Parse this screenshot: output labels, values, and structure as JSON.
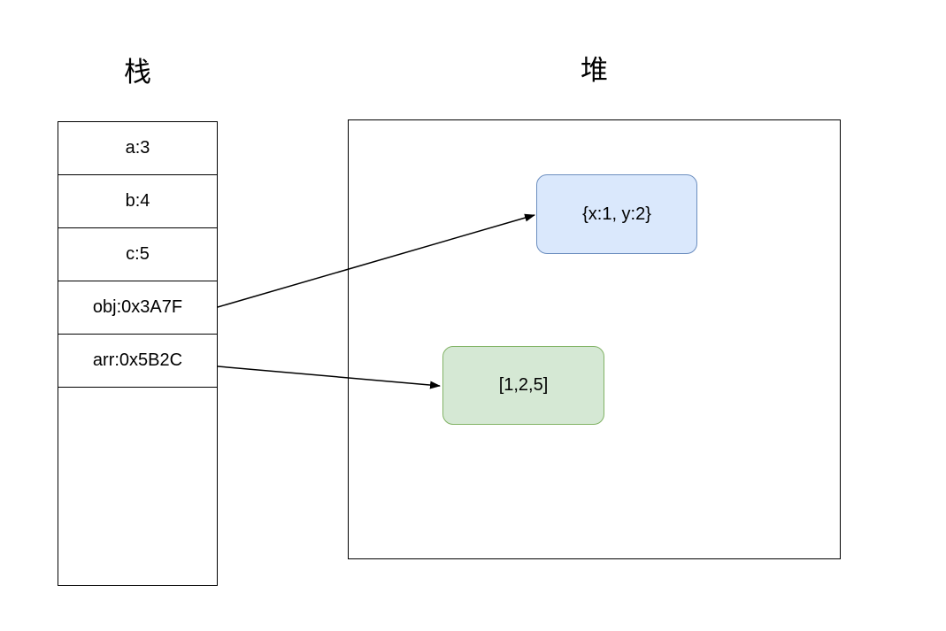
{
  "diagram": {
    "stack": {
      "title": "栈",
      "cells": [
        "a:3",
        "b:4",
        "c:5",
        "obj:0x3A7F",
        "arr:0x5B2C"
      ]
    },
    "heap": {
      "title": "堆",
      "objects": [
        {
          "label": "{x:1, y:2}",
          "fill": "#dae8fc",
          "border": "#6c8ebf"
        },
        {
          "label": "[1,2,5]",
          "fill": "#d5e8d4",
          "border": "#82b366"
        }
      ]
    },
    "arrows": [
      {
        "from": "obj:0x3A7F",
        "to": "{x:1, y:2}"
      },
      {
        "from": "arr:0x5B2C",
        "to": "[1,2,5]"
      }
    ],
    "line_color": "#000000"
  }
}
